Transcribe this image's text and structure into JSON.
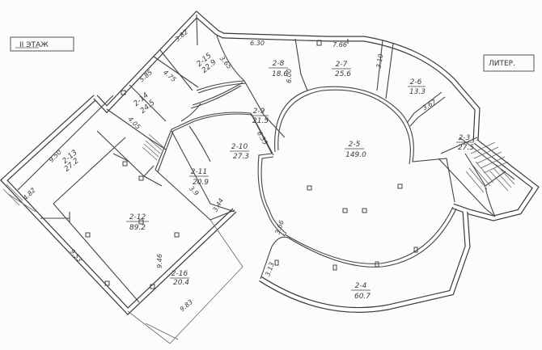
{
  "stamps": {
    "floor": "II ЭТАЖ",
    "liter": "ЛИТЕР."
  },
  "rooms": [
    {
      "id": "2-5",
      "area": "149.0"
    },
    {
      "id": "2-4",
      "area": "60.7"
    },
    {
      "id": "2-12",
      "area": "89.2"
    },
    {
      "id": "2-13",
      "area": "27.2"
    },
    {
      "id": "2-14",
      "area": "24.5"
    },
    {
      "id": "2-15",
      "area": "22.9"
    },
    {
      "id": "2-8",
      "area": "18.6"
    },
    {
      "id": "2-7",
      "area": "25.6"
    },
    {
      "id": "2-6",
      "area": "13.3"
    },
    {
      "id": "2-9",
      "area": "21.5"
    },
    {
      "id": "2-10",
      "area": "27.3"
    },
    {
      "id": "2-11",
      "area": "20.9"
    },
    {
      "id": "2-16",
      "area": "20.4"
    },
    {
      "id": "2-3",
      "area": "27.5"
    }
  ],
  "dimensions": [
    "6.30",
    "7.66",
    "3.10",
    "3.67",
    "3.82",
    "3.65",
    "5.85",
    "4.75",
    "6.00",
    "3.44",
    "9.46",
    "9.83",
    "3.13",
    "3.66",
    "9.50",
    "4.82",
    "9.53",
    "4.05",
    "6.35",
    "3.9"
  ]
}
